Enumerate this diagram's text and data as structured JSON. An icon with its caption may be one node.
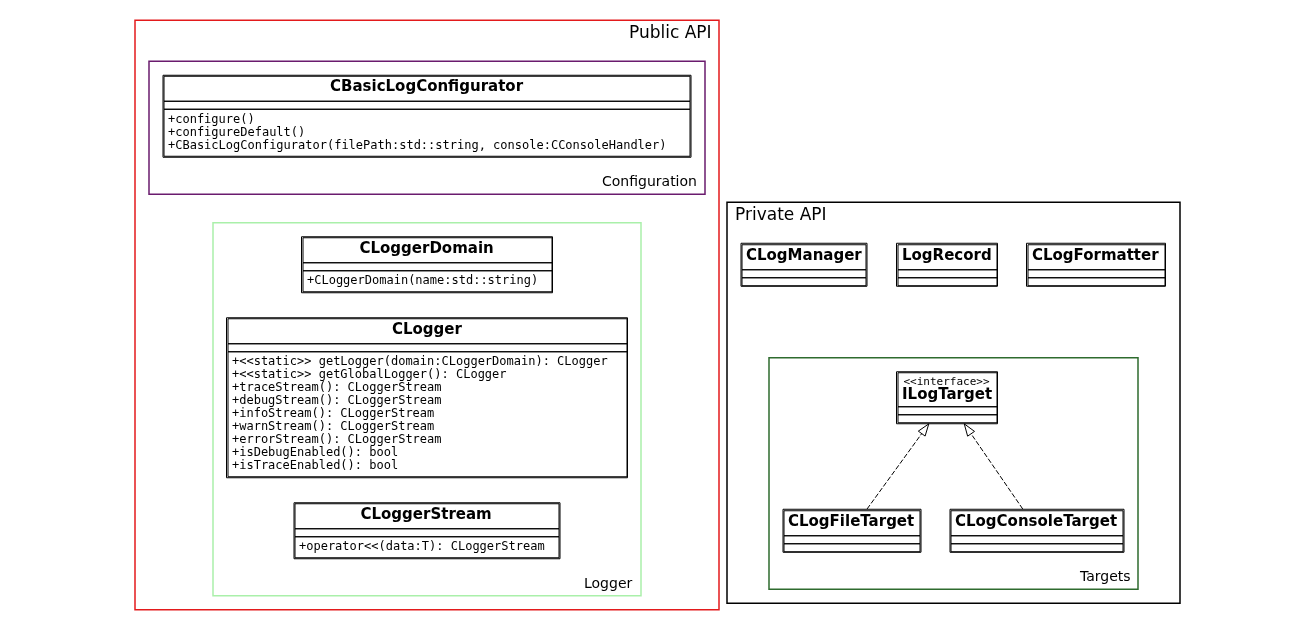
{
  "diagram": {
    "nodes": [
      {
        "text": [
          "Public API"
        ]
      },
      {
        "text": [
          "Configuration"
        ],
        "in": 0
      },
      {
        "text": [
          "CBasicLogConfigurator",
          "+configure()",
          "+configureDefault()",
          "+CBasicLogConfigurator(filePath:std::string, console:CConsoleHandler)"
        ],
        "in": 1
      },
      {
        "text": [
          "Logger"
        ],
        "in": 0
      },
      {
        "text": [
          "CLoggerDomain",
          "+CLoggerDomain(name:std::string)"
        ],
        "in": 3
      },
      {
        "text": [
          "CLogger",
          "+<<static>> getLogger(domain:CLoggerDomain): CLogger",
          "+<<static>> getGlobalLogger(): CLogger",
          "+traceStream(): CLoggerStream",
          "+debugStream(): CLoggerStream",
          "+infoStream(): CLoggerStream",
          "+warnStream(): CLoggerStream",
          "+errorStream(): CLoggerStream",
          "+isDebugEnabled(): bool",
          "+isTraceEnabled(): bool"
        ],
        "in": 3
      },
      {
        "text": [
          "CLoggerStream",
          "+operator<<(data:T): CLoggerStream"
        ],
        "in": 3
      },
      {
        "text": [
          "Private API"
        ]
      },
      {
        "text": [
          "CLogManager"
        ],
        "in": 7
      },
      {
        "text": [
          "LogRecord"
        ],
        "in": 7
      },
      {
        "text": [
          "CLogFormatter"
        ],
        "in": 7
      },
      {
        "text": [
          "Targets"
        ],
        "in": 7
      },
      {
        "text": [
          "<<interface>>",
          "ILogTarget"
        ],
        "in": 11
      },
      {
        "text": [
          "CLogConsoleTarget"
        ],
        "in": 11
      },
      {
        "text": [
          "CLogFileTarget"
        ],
        "in": 11
      }
    ],
    "edges": [
      {
        "from": 13,
        "to": 12,
        "arrow": "to",
        "style": "dashed"
      },
      {
        "from": 14,
        "to": 12,
        "arrow": "to",
        "style": "dashed"
      }
    ]
  }
}
